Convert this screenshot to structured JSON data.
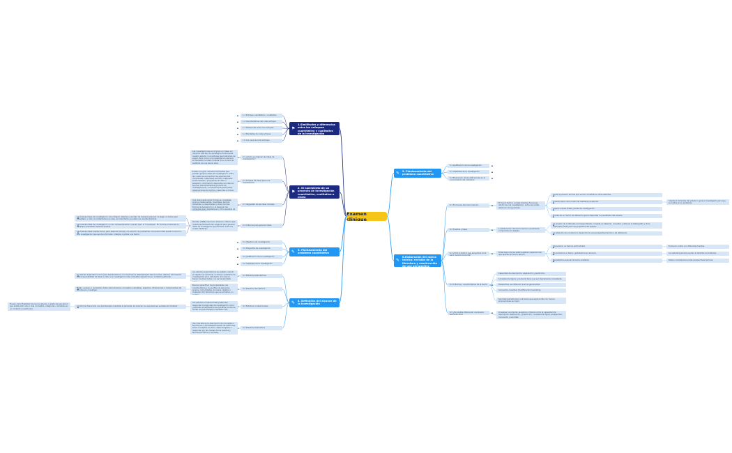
{
  "central": {
    "label": "Examen clínique"
  },
  "colors": {
    "central": "#f5c518",
    "dark": "#1b2a80",
    "blue": "#2196f3",
    "leaf": "#d6e6f7",
    "line_dark": "#1b2a80",
    "line_blue": "#2196f3"
  },
  "branches": [
    {
      "id": "b1",
      "side": "left",
      "style": "dark",
      "label": "1.Similitudes y diferencias entre los enfoques cuantitativo y cualitativo de la investigación",
      "children": [
        {
          "text": "1.1 Enfoque cuantitativo y cualitativo"
        },
        {
          "text": "1.2 Características del cada enfoque"
        },
        {
          "text": "1.3 Diferencias entre los enfoques"
        },
        {
          "text": "1.4 Bondades de cada enfoque"
        },
        {
          "text": "1.5 Los usos de cada enfoque"
        }
      ]
    },
    {
      "id": "b2",
      "side": "left",
      "style": "dark",
      "label": "2. El nacimiento de un proyecto de investigación cuantitativo, cualitativo o mixto",
      "children": [
        {
          "text": "2.1 ¿Cómo se originan las ideas de investigación?",
          "detail": "Las investigaciones se originan en ideas, sin importar qué tipo de paradigma fundamente nuestro estudio ni el enfoque que habremos de seguir. Para iniciar una investigación siempre se necesita una idea; todavía no se conoce el sustituto de una buena idea."
        },
        {
          "text": "2.2 Fuentes de ideas para una investigación",
          "detail": "Existe una gran variedad de fuentes que pueden generar ideas de investigación, entre las cuales se encuentran las experiencias individuales, materiales escritos, materiales audiovisuales y programas de radio o televisión, información disponible en internet, teorías, descubrimientos producto de investigaciones, conversaciones personales, observaciones de hechos, creencias e incluso intuiciones y presentimientos."
        },
        {
          "text": "2.3 Vaguedad de las ideas iniciales",
          "detail": "Una idea puede surgir donde se congregan grupos (restaurantes, hospitales, bancos, industrias, universidades y otras muchas formas de asociación) o al observar las campañas para legisladores y otros puestos de elección popular."
        },
        {
          "text": "2.4 Criterios para generar ideas",
          "detail": "Danhke (1989) menciona diversos criterios que inventores famosos han sugerido para generar ideas de investigación productivas, entre los cuales destacan:",
          "subs": [
            {
              "text": "Las buenas ideas de investigación 'nos intrigan', alientan y excitan de manera personal. Al elegir un tema para investigar, y más concretamente una idea, es importante que ésta nos resulte atractiva."
            },
            {
              "text": "Las buenas ideas de investigación no son necesariamente 'nuevas' pero sí 'novedosas'. En muchas ocasiones es necesario actualizar estudios previos."
            },
            {
              "text": "Las buenas ideas pueden servir para elaborar teorías y la solución de problemas. Una buena idea puede conducir a una investigación que ayude a formular, integrar o probar una teoría."
            }
          ]
        }
      ]
    },
    {
      "id": "b3",
      "side": "left",
      "style": "blue",
      "label": "3. Planteamiento del problema cuantitativo",
      "children": [
        {
          "text": "3.1 Objetivos de investigación"
        },
        {
          "text": "3.2 Preguntas de investigación"
        },
        {
          "text": "3.3 Justificación de la investigación"
        },
        {
          "text": "3.4 Viabilidad de la investigación"
        }
      ]
    },
    {
      "id": "b4",
      "side": "left",
      "style": "blue",
      "label": "4. Definición del alcance de la investigación",
      "children": [
        {
          "text": "4.1 Estudios exploratorios",
          "detail": "Los estudios exploratorios se realizan cuando el objetivo es examinar un tema o problema de investigación poco estudiado, del cual se tienen muchas dudas o no se ha abordado antes.",
          "subs": [
            {
              "text": "Un estudio exploratorio sirve para familiarizarnos con fenómenos relativamente desconocidos, obtener información sobre la posibilidad de llevar a cabo una investigación más completa respecto de un contexto particular."
            }
          ]
        },
        {
          "text": "4.2 Estudios descriptivos",
          "detail": "Buscan especificar las propiedades, las características y los perfiles de personas, grupos, comunidades, procesos, objetos o cualquier otro fenómeno que se someta a un análisis.",
          "subs": [
            {
              "text": "Miden, evalúan o recolectan datos sobre diversos conceptos (variables), aspectos, dimensiones o componentes del fenómeno a investigar."
            }
          ]
        },
        {
          "text": "4.3 Estudios correlacionales",
          "detail": "Los estudios correlacionales pretenden responder a preguntas de investigación como: ¿aumenta la autoestima del paciente conforme recibe una psicoterapia orientada a él?",
          "subs": [
            {
              "text": "¿Conforme transcurre una psicoterapia orientada al paciente, se reducen sus expresiones verbales de tristeza?",
              "subsubs": [
                {
                  "text": "Tienen como finalidad conocer la relación o grado de asociación que exista entre dos o más conceptos, categorías o variables en un contexto en particular."
                }
              ]
            }
          ]
        },
        {
          "text": "4.4 Estudios explicativos",
          "detail": "Van más allá de la descripción de conceptos o fenómenos o del establecimiento de relaciones entre conceptos; es decir, están dirigidos a responder por las causas de los eventos y fenómenos físicos o sociales."
        }
      ]
    },
    {
      "id": "b5",
      "side": "right",
      "style": "blue",
      "label": "5. Planteamiento del problema cuantitativo",
      "children": [
        {
          "text": "5.1 Justificación de la investigación"
        },
        {
          "text": "5.2 Viabilidad de la investigación"
        },
        {
          "text": "5.3 Evaluación de las deficiencias en el conocimiento del problema"
        }
      ]
    },
    {
      "id": "b6",
      "side": "right",
      "style": "blue",
      "label": "6.Elaboración del marco teórico: revisión de la literatura y construcción de una perspectiva teórica.",
      "children": [
        {
          "text": "6.1 Funciones del marco teórico",
          "detail": "El marco teórico cumple diversas funciones dentro de una investigación, entre las cuales destacan las siguientes:",
          "subs": [
            {
              "text": "Ayuda a prevenir errores que se han cometido en otros estudios."
            },
            {
              "text": "Orienta sobre cómo habrá de realizarse el estudio.",
              "subsubs": [
                {
                  "text": "Amplía el horizonte del estudio o guía al investigador para que se centre en su problema."
                }
              ]
            },
            {
              "text": "Inspira nuevas líneas y áreas de investigación."
            },
            {
              "text": "Provee de un marco de referencia para interpretar los resultados del estudio."
            }
          ]
        },
        {
          "text": "6.2 Fuentes y fases",
          "detail": "La elaboración del marco teórico usualmente comprende dos etapas:",
          "subs": [
            {
              "text": "La revisión de la literatura correspondiente: consiste en detectar, consultar y obtener la bibliografía y otros materiales útiles para los propósitos del estudio."
            },
            {
              "text": "La adopción de una teoría o desarrollo de una perspectiva teórica o de referencia."
            }
          ]
        },
        {
          "text": "6.3 ¿Todo lo teórico que apoyemos sirve para nuestra pregunta?",
          "detail": "Todas las acciones están sujetas a experiencias que aportan al marco teórico.",
          "subs": [
            {
              "text": "Conocemos un tema a profundidad.",
              "subsubs": [
                {
                  "text": "Es bueno contar con diferentes fuentes."
                }
              ]
            },
            {
              "text": "Encontramos un tema y estudiamos su alcance.",
              "subsubs": [
                {
                  "text": "Los estudios previos ayudan a delimitar el problema."
                }
              ]
            },
            {
              "text": "Necesitamos evaluar la teoría existente.",
              "subsubs": [
                {
                  "text": "Deben considerarse varias perspectivas teóricas."
                }
              ]
            }
          ]
        },
        {
          "text": "6.4 Criterios y características de la teoría",
          "subs": [
            {
              "text": "Capacidad de descripción, explicación y predicción."
            },
            {
              "text": "Consistencia lógica: una teoría tiene que ser lógicamente consistente."
            },
            {
              "text": "Perspectiva: se refiere al nivel de generalidad."
            },
            {
              "text": "Innovación-inventiva (fructificación heurística)."
            },
            {
              "text": "Sencillez (parsimonia): una teoría que explica más con menos proposiciones es mejor."
            }
          ]
        },
        {
          "text": "6.5 ¿Es posible diferenciar una buena teoría de otra?",
          "subs": [
            {
              "text": "Al evaluar una teoría, se aplican criterios como la capacidad de descripción, explicación y predicción, consistencia lógica, perspectiva, innovación y sencillez."
            }
          ]
        }
      ]
    }
  ]
}
